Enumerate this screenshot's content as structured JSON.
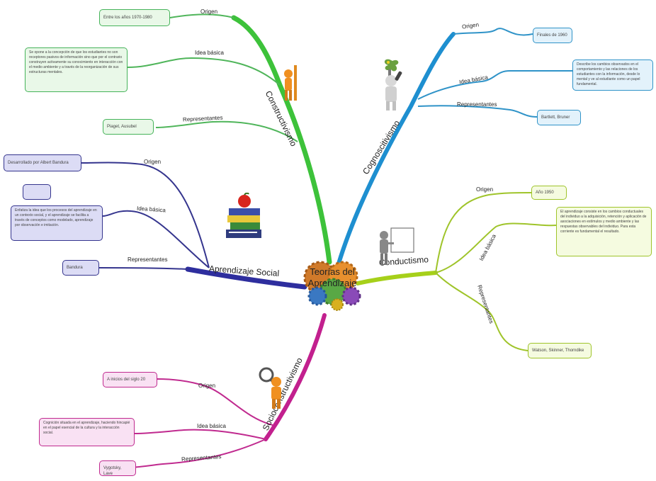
{
  "center": {
    "line1": "Teorías del",
    "line2": "Aprendizaje"
  },
  "branches": {
    "constructivismo": {
      "title": "Constructivismo",
      "color": "#2fbf3a",
      "labels": {
        "origen": "Origen",
        "idea": "Idea básica",
        "representantes": "Representantes"
      },
      "origen": "Entre los años 1970-1980",
      "idea": "Se opone a la concepción de que los estudiantes no son receptores pasivos de información sino que por el contrario construyen activamente su conocimiento en interacción con el medio ambiente y a través de la reorganización de sus estructuras mentales.",
      "representantes": "Piaget, Ausubel"
    },
    "cognoscitivismo": {
      "title": "Cognoscitivismo",
      "color": "#1e8fd0",
      "labels": {
        "origen": "Origen",
        "idea": "Idea básica",
        "representantes": "Representantes"
      },
      "origen": "Finales de 1960",
      "idea": "Describe los cambios observados en el comportamiento y las relaciones de los estudiantes con la información, desde lo mental y ve al estudiante como un papel fundamental.",
      "representantes": "Bartlett, Bruner"
    },
    "conductismo": {
      "title": "Conductismo",
      "color": "#9ccc1c",
      "labels": {
        "origen": "Origen",
        "idea": "Idea básica",
        "representantes": "Representantes"
      },
      "origen": "Año 1950",
      "idea": "El aprendizaje consiste en los cambios conductuales del individuo a la adquisición, retención y aplicación de asociaciones en estímulos y medio ambiente y las respuestas observables del individuo. Para esta corriente es fundamental el resultado.",
      "representantes": "Watson, Skinner, Thorndike"
    },
    "aprendizaje_social": {
      "title": "Aprendizaje Social",
      "color": "#2e2e9e",
      "labels": {
        "origen": "Origen",
        "idea": "Idea básica",
        "representantes": "Representantes"
      },
      "origen": "Desarrollado por Albert Bandura",
      "idea": "Enfatiza la idea que los procesos del aprendizaje en un contexto social, y el aprendizaje se facilita a través de conceptos como modelado, aprendizaje por observación e imitación.",
      "extra": "",
      "representantes": "Bandura"
    },
    "socioconstructivismo": {
      "title": "Socioconstructivismo",
      "color": "#c2208e",
      "labels": {
        "origen": "Origen",
        "idea": "Idea básica",
        "representantes": "Representantes"
      },
      "origen": "A inicios del siglo 20",
      "idea": "Cognición situada en el aprendizaje, haciendo hincapié en el papel esencial de la cultura y la interacción social.",
      "representantes": "Vygotsky, Lave"
    }
  }
}
